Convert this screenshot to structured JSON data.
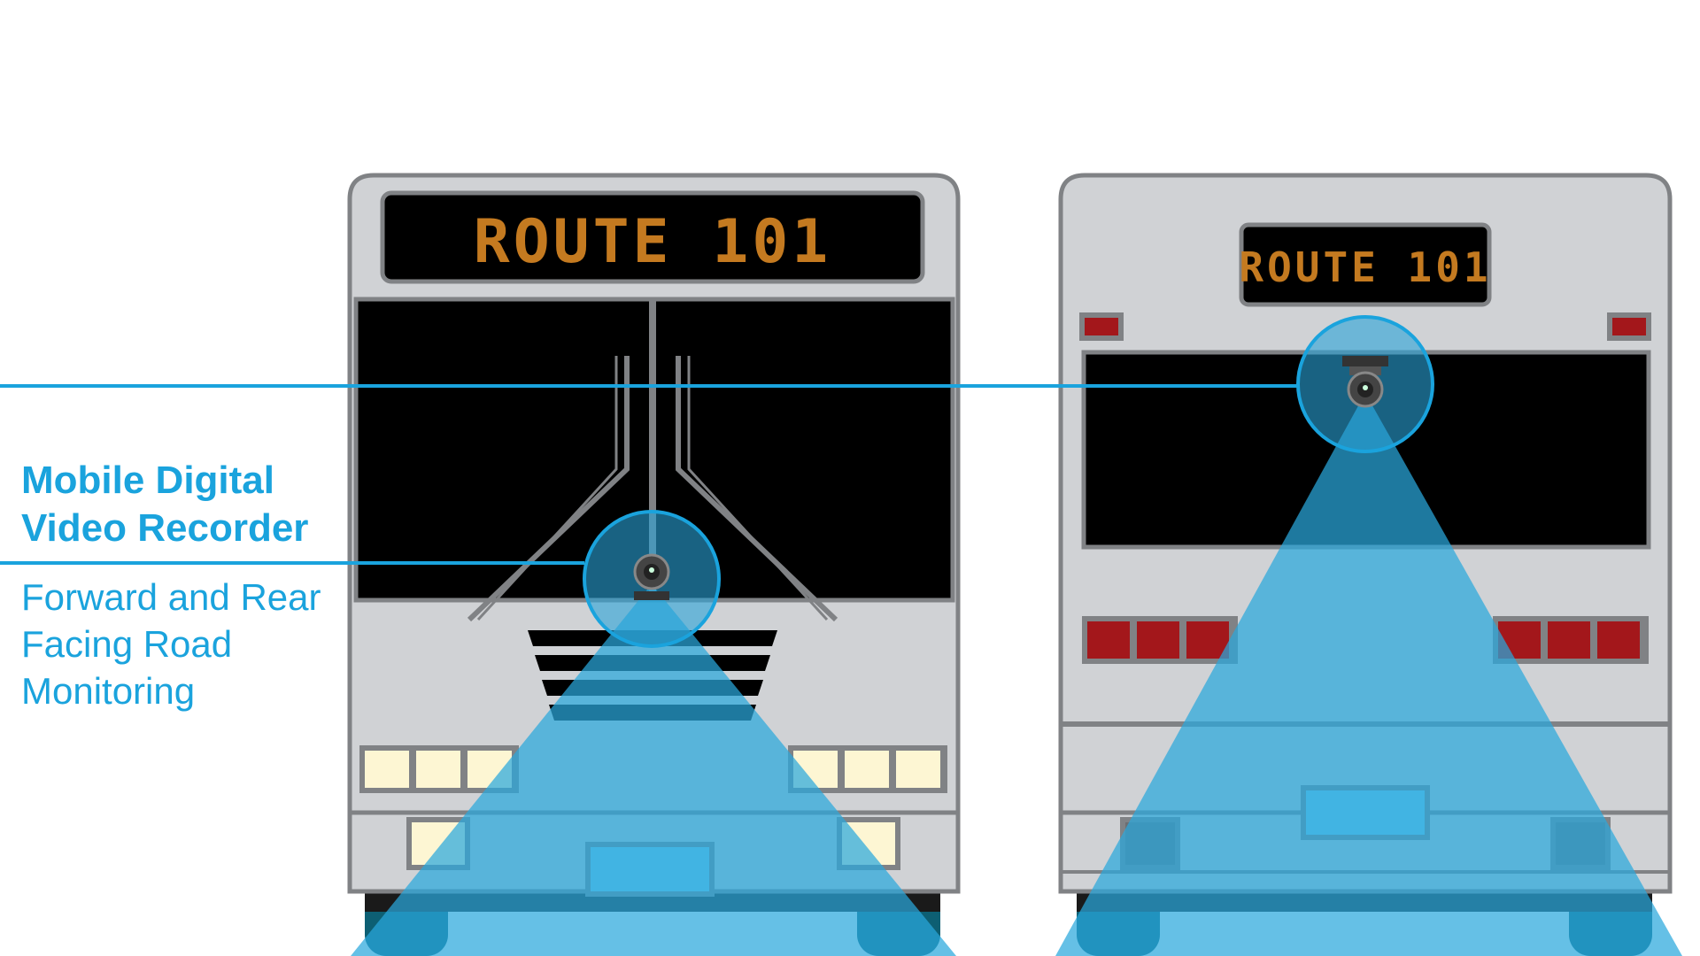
{
  "caption": {
    "title_line1": "Mobile Digital",
    "title_line2": "Video Recorder",
    "subtitle_line1": "Forward and Rear",
    "subtitle_line2": "Facing Road",
    "subtitle_line3": "Monitoring"
  },
  "front_bus": {
    "sign_text": "ROUTE 101"
  },
  "rear_bus": {
    "sign_text": "ROUTE 101"
  },
  "colors": {
    "accent": "#1aa3dd",
    "camera_cone": "#29a8dd",
    "bus_body": "#d0d2d5",
    "bus_outline": "#808285",
    "sign_text": "#c47a20",
    "headlight": "#fdf6d3",
    "taillight": "#a3171b",
    "window": "#000000"
  }
}
